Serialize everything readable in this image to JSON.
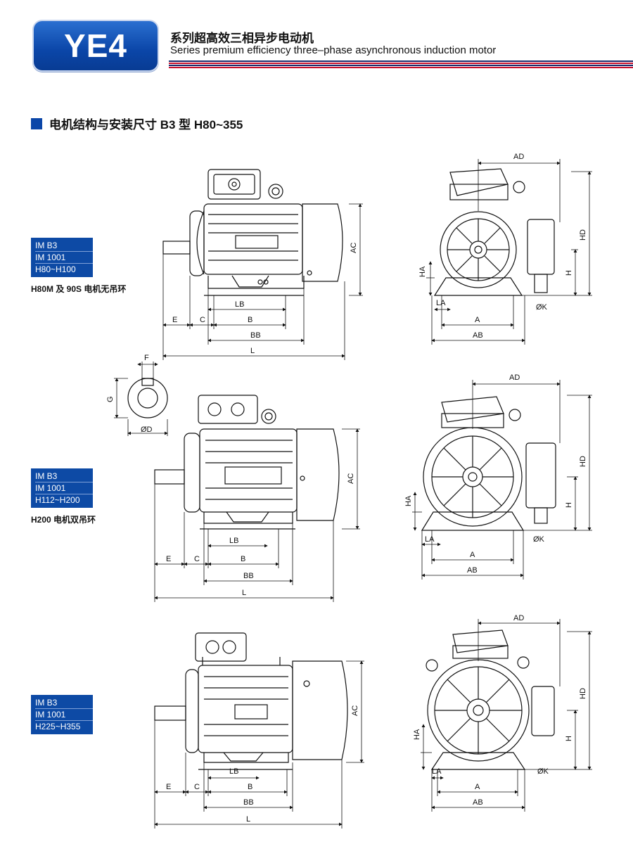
{
  "header": {
    "badge": "YE4",
    "title_cn": "系列超高效三相异步电动机",
    "title_en": "Series premium efficiency three–phase asynchronous induction motor",
    "stripe_colors": [
      "#1a2a6c",
      "#c8102e",
      "#1a2a6c",
      "#c8102e"
    ]
  },
  "section": {
    "title": "电机结构与安装尺寸 B3 型 H80~355"
  },
  "groups": [
    {
      "lines": [
        "IM B3",
        "IM 1001",
        "H80~H100"
      ],
      "note": "H80M 及 90S 电机无吊环"
    },
    {
      "lines": [
        "IM B3",
        "IM 1001",
        "H112~H200"
      ],
      "note": "H200 电机双吊环"
    },
    {
      "lines": [
        "IM B3",
        "IM 1001",
        "H225~H355"
      ],
      "note": ""
    }
  ],
  "dims": {
    "AC": "AC",
    "LB": "LB",
    "E": "E",
    "C": "C",
    "B": "B",
    "BB": "BB",
    "L": "L",
    "AD": "AD",
    "HD": "HD",
    "HA": "HA",
    "H": "H",
    "LA": "LA",
    "A": "A",
    "AB": "AB",
    "K": "ØK",
    "F": "F",
    "G": "G",
    "D": "ØD"
  },
  "colors": {
    "accent": "#0b46a8",
    "line": "#111111"
  }
}
